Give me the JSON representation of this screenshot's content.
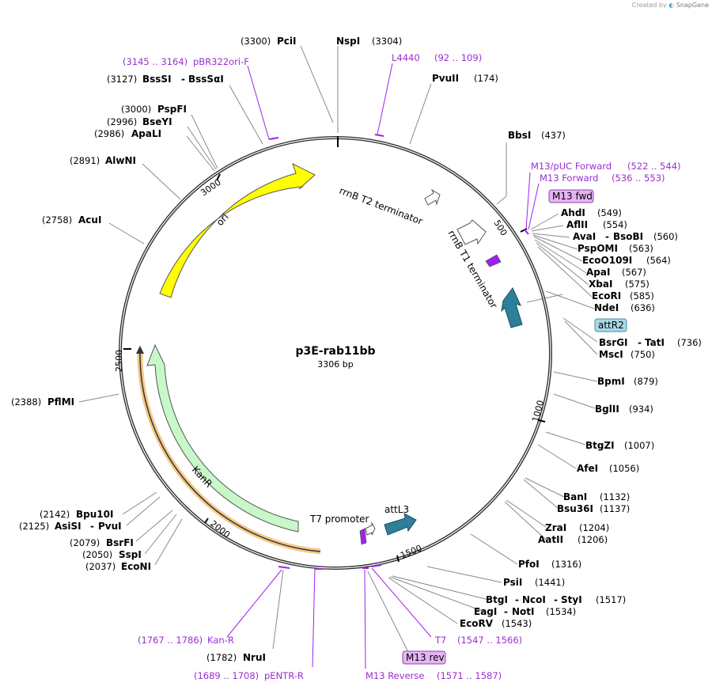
{
  "watermark": {
    "prefix": "Created by",
    "brand": "SnapGene"
  },
  "plasmid": {
    "name": "p3E-rab11bb",
    "size": "3306 bp"
  },
  "ticks": [
    "500",
    "1000",
    "1500",
    "2000",
    "2500",
    "3000"
  ],
  "features": {
    "rrnb_t2": "rrnB T2 terminator",
    "rrnb_t1": "rrnB T1 terminator",
    "ori": "ori",
    "kanr": "KanR",
    "t7_promoter": "T7 promoter",
    "attl3": "attL3",
    "attr2": "attR2",
    "m13_fwd_box": "M13 fwd",
    "m13_rev_box": "M13 rev"
  },
  "enzymes": {
    "pcii": {
      "pos": "(3300)",
      "name": "PciI"
    },
    "nspi": {
      "name": "NspI",
      "pos": "(3304)"
    },
    "pvuii": {
      "name": "PvuII",
      "pos": "(174)"
    },
    "bssst": {
      "pos": "(3127)",
      "name": "BssSI",
      "name2": "BssSαI"
    },
    "pspfi": {
      "pos": "(3000)",
      "name": "PspFI"
    },
    "bseyi": {
      "pos": "(2996)",
      "name": "BseYI"
    },
    "apali": {
      "pos": "(2986)",
      "name": "ApaLI"
    },
    "alwni": {
      "pos": "(2891)",
      "name": "AlwNI"
    },
    "acui": {
      "pos": "(2758)",
      "name": "AcuI"
    },
    "pflmi": {
      "pos": "(2388)",
      "name": "PflMI"
    },
    "bpu10i": {
      "pos": "(2142)",
      "name": "Bpu10I"
    },
    "asisi": {
      "pos": "(2125)",
      "name": "AsiSI",
      "name2": "PvuI"
    },
    "bsrfi": {
      "pos": "(2079)",
      "name": "BsrFI"
    },
    "sspi": {
      "pos": "(2050)",
      "name": "SspI"
    },
    "econi": {
      "pos": "(2037)",
      "name": "EcoNI"
    },
    "nrui": {
      "pos": "(1782)",
      "name": "NruI"
    },
    "bbsi": {
      "name": "BbsI",
      "pos": "(437)"
    },
    "ahdi": {
      "name": "AhdI",
      "pos": "(549)"
    },
    "aflii": {
      "name": "AflII",
      "pos": "(554)"
    },
    "avai": {
      "name": "AvaI",
      "name2": "BsoBI",
      "pos": "(560)"
    },
    "pspomi": {
      "name": "PspOMI",
      "pos": "(563)"
    },
    "eco0109i": {
      "name": "EcoO109I",
      "pos": "(564)"
    },
    "apai": {
      "name": "ApaI",
      "pos": "(567)"
    },
    "xbai": {
      "name": "XbaI",
      "pos": "(575)"
    },
    "ecori": {
      "name": "EcoRI",
      "pos": "(585)"
    },
    "ndei": {
      "name": "NdeI",
      "pos": "(636)"
    },
    "bsrgi": {
      "name": "BsrGI",
      "name2": "TatI",
      "pos": "(736)"
    },
    "msci": {
      "name": "MscI",
      "pos": "(750)"
    },
    "bpmi": {
      "name": "BpmI",
      "pos": "(879)"
    },
    "bglii": {
      "name": "BglII",
      "pos": "(934)"
    },
    "btgzi": {
      "name": "BtgZI",
      "pos": "(1007)"
    },
    "afei": {
      "name": "AfeI",
      "pos": "(1056)"
    },
    "bani": {
      "name": "BanI",
      "pos": "(1132)"
    },
    "bsu36i": {
      "name": "Bsu36I",
      "pos": "(1137)"
    },
    "zrai": {
      "name": "ZraI",
      "pos": "(1204)"
    },
    "aatii": {
      "name": "AatII",
      "pos": "(1206)"
    },
    "pfoi": {
      "name": "PfoI",
      "pos": "(1316)"
    },
    "psii": {
      "name": "PsiI",
      "pos": "(1441)"
    },
    "btgi": {
      "name": "BtgI",
      "name2": "NcoI",
      "name3": "StyI",
      "pos": "(1517)"
    },
    "eagi": {
      "name": "EagI",
      "name2": "NotI",
      "pos": "(1534)"
    },
    "ecorv": {
      "name": "EcoRV",
      "pos": "(1543)"
    }
  },
  "primers": {
    "pbr322": {
      "range": "(3145 .. 3164)",
      "name": "pBR322ori-F"
    },
    "l4440": {
      "name": "L4440",
      "range": "(92 .. 109)"
    },
    "m13puc": {
      "name": "M13/pUC Forward",
      "range": "(522 .. 544)"
    },
    "m13fwd": {
      "name": "M13 Forward",
      "range": "(536 .. 553)"
    },
    "kanr": {
      "range": "(1767 .. 1786)",
      "name": "Kan-R"
    },
    "pentr": {
      "range": "(1689 .. 1708)",
      "name": "pENTR-R"
    },
    "m13rev": {
      "name": "M13 Reverse",
      "range": "(1571 .. 1587)"
    },
    "t7": {
      "name": "T7",
      "range": "(1547 .. 1566)"
    }
  },
  "colors": {
    "ori": "#ffff00",
    "kanr": "#c8f7c8",
    "kanr_orf": "#f5c98a",
    "att": "#2e7f99",
    "attr2_box": "#a9d8e6",
    "primer": "#a020f0",
    "primer_box": "#e6b4f5",
    "backbone": "#333333"
  }
}
